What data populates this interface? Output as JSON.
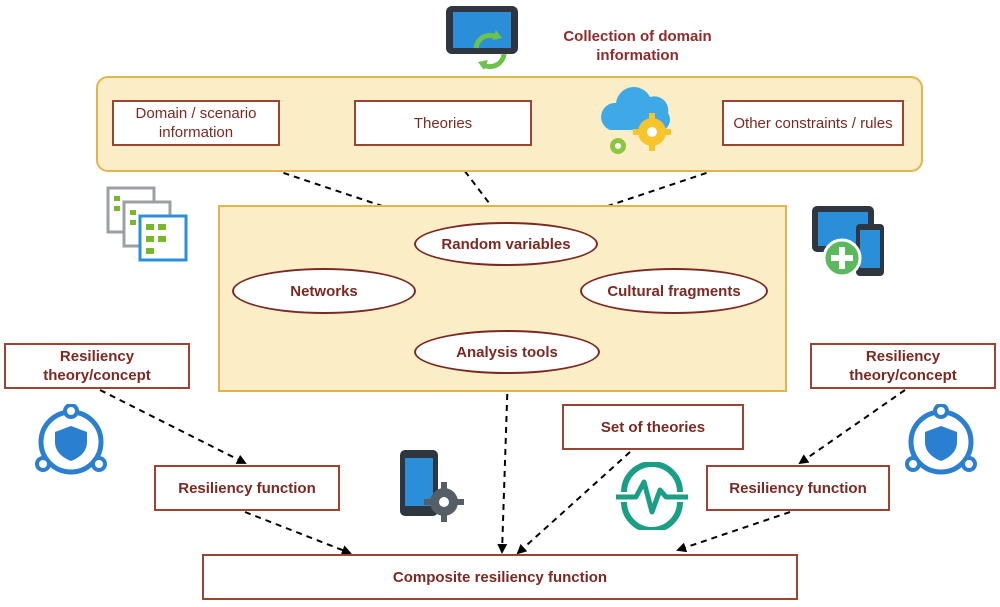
{
  "header": {
    "collection_label": "Collection of domain information"
  },
  "inputs": {
    "domain_scenario": "Domain / scenario information",
    "theories": "Theories",
    "other_constraints": "Other constraints / rules"
  },
  "core": {
    "random_variables": "Random variables",
    "networks": "Networks",
    "cultural_fragments": "Cultural fragments",
    "analysis_tools": "Analysis tools"
  },
  "resiliency": {
    "left_concept": "Resiliency theory/concept",
    "right_concept": "Resiliency theory/concept",
    "left_function": "Resiliency function",
    "right_function": "Resiliency function",
    "set_of_theories": "Set of theories",
    "composite": "Composite resiliency function"
  },
  "icons": {
    "tablet_sync": "tablet-sync-icon",
    "cloud_gears": "cloud-gears-icon",
    "data_windows": "data-windows-icon",
    "devices_add": "devices-add-icon",
    "shield_network_left": "shield-network-icon",
    "shield_network_right": "shield-network-icon",
    "phone_settings": "phone-settings-icon",
    "heartbeat": "heartbeat-icon"
  },
  "colors": {
    "panel_fill": "#fbedc6",
    "panel_border": "#e2b44e",
    "box_border": "#9a4431",
    "text": "#7a2a22",
    "heartbeat": "#1a9e86",
    "shield": "#2a7fd0"
  }
}
